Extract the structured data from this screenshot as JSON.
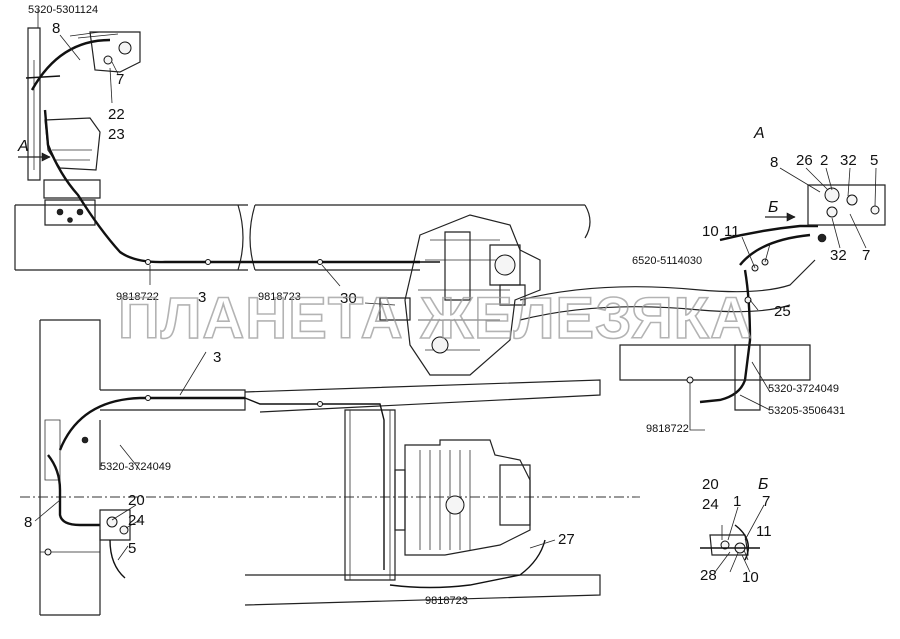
{
  "watermark": "ПЛАНЕТА ЖЕЛЕЗЯКА",
  "views": {
    "view_a_letter": "А",
    "view_b_letter": "Б",
    "arrow_a_letter": "А",
    "arrow_b_letter": "Б"
  },
  "part_numbers": {
    "top_left": "5320-5301124",
    "cable_left": "9818722",
    "cable_mid": "9818723",
    "cable_right": "6520-5114030",
    "clamp_right": "5320-3724049",
    "bracket_right": "53205-3506431",
    "cable_right_low": "9818722",
    "clamp_left_low": "5320-3724049",
    "cable_bottom": "9818723"
  },
  "callouts": {
    "c8_top": "8",
    "c7_top": "7",
    "c22": "22",
    "c23": "23",
    "c3_upper": "3",
    "c30": "30",
    "c3_lower": "3",
    "c20_left": "20",
    "c24_left": "24",
    "c8_left": "8",
    "c5_left": "5",
    "c27": "27",
    "a_8": "8",
    "a_26": "26",
    "a_2": "2",
    "a_32_top": "32",
    "a_5": "5",
    "a_32_bot": "32",
    "a_7": "7",
    "c10": "10",
    "c11": "11",
    "c25": "25",
    "b_20": "20",
    "b_24": "24",
    "b_1": "1",
    "b_7": "7",
    "b_11": "11",
    "b_28": "28",
    "b_10": "10"
  }
}
